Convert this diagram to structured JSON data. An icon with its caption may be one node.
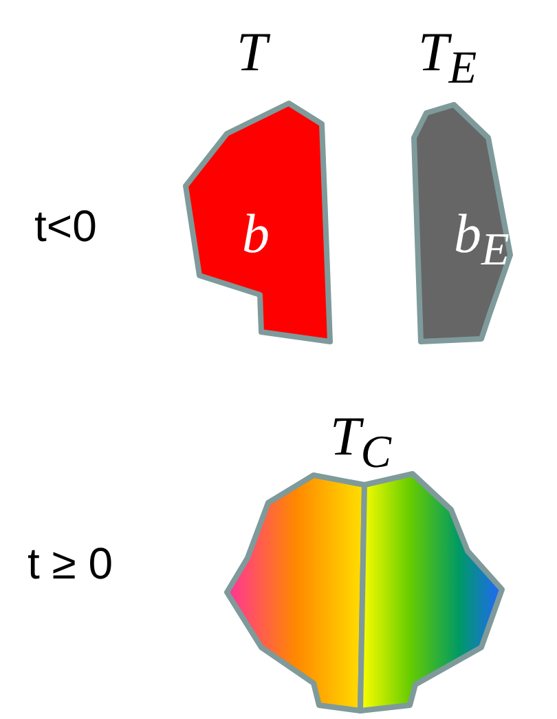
{
  "diagram": {
    "nodes": [
      {
        "text": [
          "T",
          "b"
        ]
      },
      {
        "text": [
          "T$_{E}$",
          "b$_{E}$"
        ]
      },
      {
        "text": [
          "T$_{C}$"
        ]
      }
    ],
    "labels": [
      "t<0",
      "t ≥ 0"
    ]
  }
}
